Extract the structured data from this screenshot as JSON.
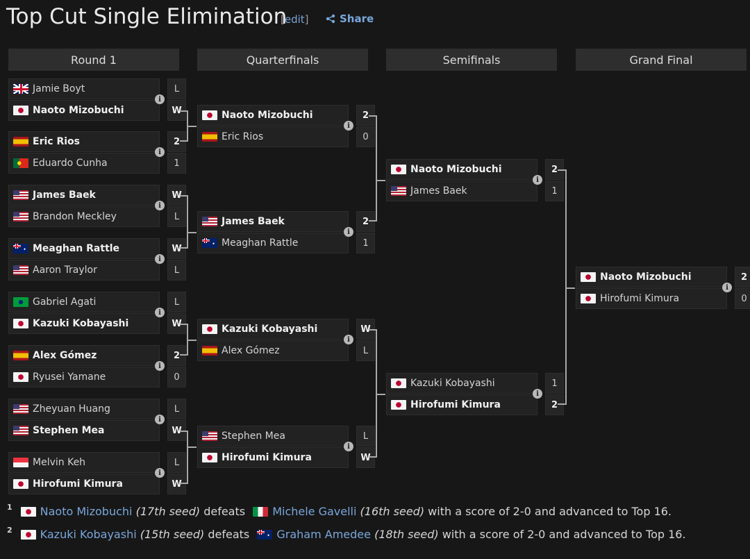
{
  "page": {
    "title": "Top Cut Single Elimination",
    "edit_label": "edit",
    "share_label": "Share"
  },
  "headers": [
    "Round 1",
    "Quarterfinals",
    "Semifinals",
    "Grand Final"
  ],
  "r1": [
    {
      "p": [
        {
          "name": "Jamie Boyt",
          "flag": "gb",
          "score": "L",
          "win": false
        },
        {
          "name": "Naoto Mizobuchi",
          "flag": "jp",
          "score": "W",
          "win": true
        }
      ]
    },
    {
      "p": [
        {
          "name": "Eric Rios",
          "flag": "es",
          "score": "2",
          "win": true
        },
        {
          "name": "Eduardo Cunha",
          "flag": "pt",
          "score": "1",
          "win": false
        }
      ]
    },
    {
      "p": [
        {
          "name": "James Baek",
          "flag": "us",
          "score": "W",
          "win": true
        },
        {
          "name": "Brandon Meckley",
          "flag": "us",
          "score": "L",
          "win": false
        }
      ]
    },
    {
      "p": [
        {
          "name": "Meaghan Rattle",
          "flag": "au",
          "score": "W",
          "win": true
        },
        {
          "name": "Aaron Traylor",
          "flag": "us",
          "score": "L",
          "win": false
        }
      ]
    },
    {
      "p": [
        {
          "name": "Gabriel Agati",
          "flag": "br",
          "score": "L",
          "win": false
        },
        {
          "name": "Kazuki Kobayashi",
          "flag": "jp",
          "score": "W",
          "win": true
        }
      ]
    },
    {
      "p": [
        {
          "name": "Alex Gómez",
          "flag": "es",
          "score": "2",
          "win": true
        },
        {
          "name": "Ryusei Yamane",
          "flag": "jp",
          "score": "0",
          "win": false
        }
      ]
    },
    {
      "p": [
        {
          "name": "Zheyuan Huang",
          "flag": "us",
          "score": "L",
          "win": false
        },
        {
          "name": "Stephen Mea",
          "flag": "us",
          "score": "W",
          "win": true
        }
      ]
    },
    {
      "p": [
        {
          "name": "Melvin Keh",
          "flag": "sg",
          "score": "L",
          "win": false
        },
        {
          "name": "Hirofumi Kimura",
          "flag": "jp",
          "score": "W",
          "win": true
        }
      ]
    }
  ],
  "qf": [
    {
      "p": [
        {
          "name": "Naoto Mizobuchi",
          "flag": "jp",
          "score": "2",
          "win": true
        },
        {
          "name": "Eric Rios",
          "flag": "es",
          "score": "0",
          "win": false
        }
      ]
    },
    {
      "p": [
        {
          "name": "James Baek",
          "flag": "us",
          "score": "2",
          "win": true
        },
        {
          "name": "Meaghan Rattle",
          "flag": "au",
          "score": "1",
          "win": false
        }
      ]
    },
    {
      "p": [
        {
          "name": "Kazuki Kobayashi",
          "flag": "jp",
          "score": "W",
          "win": true
        },
        {
          "name": "Alex Gómez",
          "flag": "es",
          "score": "L",
          "win": false
        }
      ]
    },
    {
      "p": [
        {
          "name": "Stephen Mea",
          "flag": "us",
          "score": "L",
          "win": false
        },
        {
          "name": "Hirofumi Kimura",
          "flag": "jp",
          "score": "W",
          "win": true
        }
      ]
    }
  ],
  "sf": [
    {
      "p": [
        {
          "name": "Naoto Mizobuchi",
          "flag": "jp",
          "score": "2",
          "win": true
        },
        {
          "name": "James Baek",
          "flag": "us",
          "score": "1",
          "win": false
        }
      ]
    },
    {
      "p": [
        {
          "name": "Kazuki Kobayashi",
          "flag": "jp",
          "score": "1",
          "win": false
        },
        {
          "name": "Hirofumi Kimura",
          "flag": "jp",
          "score": "2",
          "win": true
        }
      ]
    }
  ],
  "gf": [
    {
      "p": [
        {
          "name": "Naoto Mizobuchi",
          "flag": "jp",
          "score": "2",
          "win": true
        },
        {
          "name": "Hirofumi Kimura",
          "flag": "jp",
          "score": "0",
          "win": false
        }
      ]
    }
  ],
  "notes": [
    {
      "num": "1",
      "a": "Naoto Mizobuchi",
      "a_flag": "jp",
      "a_seed": "(17th seed)",
      "verb": "defeats",
      "b": "Michele Gavelli",
      "b_flag": "it",
      "b_seed": "(16th seed)",
      "rest": "with a score of 2-0 and advanced to Top 16."
    },
    {
      "num": "2",
      "a": "Kazuki Kobayashi",
      "a_flag": "jp",
      "a_seed": "(15th seed)",
      "verb": "defeats",
      "b": "Graham Amedee",
      "b_flag": "au",
      "b_seed": "(18th seed)",
      "rest": "with a score of 2-0 and advanced to Top 16."
    }
  ],
  "colors": {
    "link": "#7aa6da",
    "background": "#171717",
    "cell": "#222222",
    "header": "#2e2e2e"
  }
}
